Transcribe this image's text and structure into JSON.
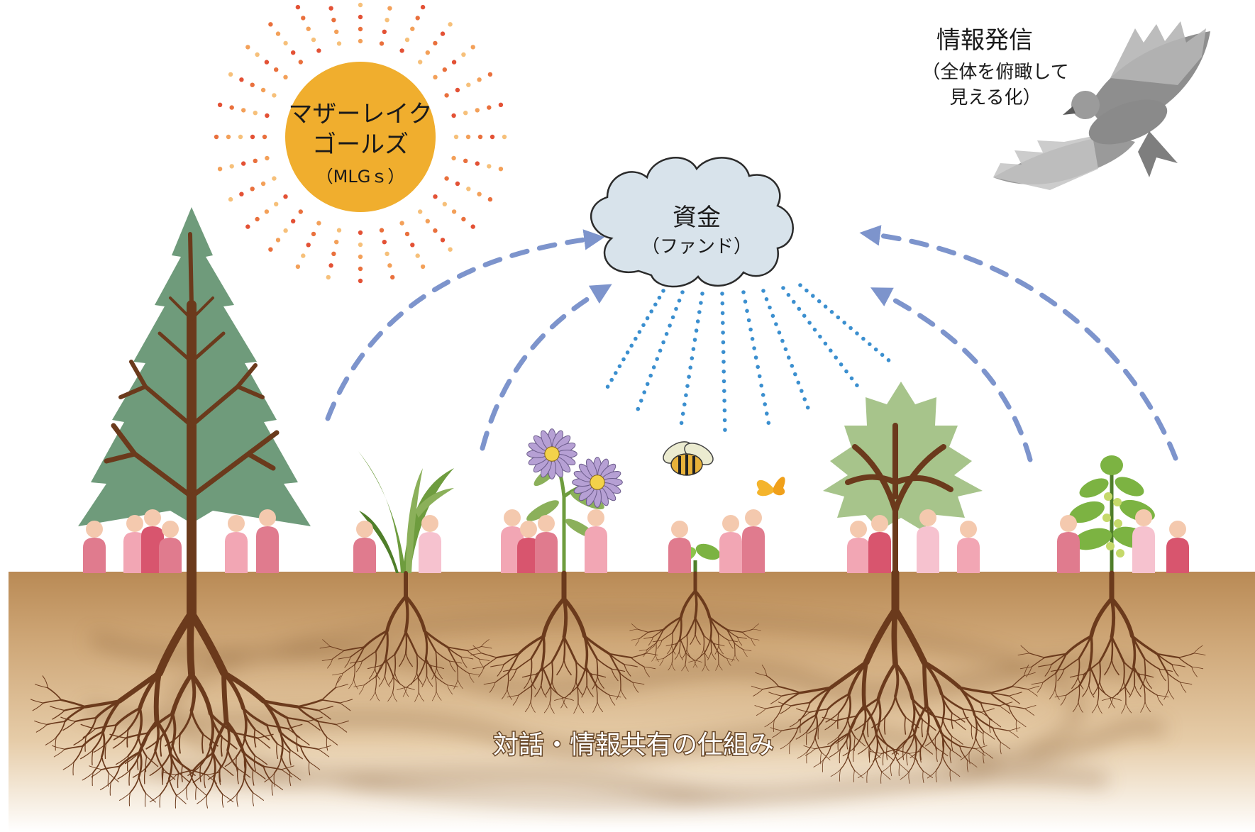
{
  "sun": {
    "line1": "マザーレイク",
    "line2": "ゴールズ",
    "line3": "（MLGｓ）",
    "color": "#F0AE2E"
  },
  "cloud": {
    "line1": "資金",
    "line2": "（ファンド）",
    "color": "#D8E3EB"
  },
  "eagle": {
    "line1": "情報発信",
    "line2": "（全体を俯瞰して",
    "line3": "見える化）"
  },
  "ground": {
    "label": "対話・情報共有の仕組み",
    "color": "#C79C68"
  },
  "colors": {
    "arrow": "#7D94CC",
    "rain": "#3B8FCF",
    "tree_green": "#6F9B7B",
    "trunk": "#6B3A1C",
    "people": [
      "#F2A6B4",
      "#E07B8E",
      "#D8556E",
      "#F6C2CF"
    ]
  }
}
